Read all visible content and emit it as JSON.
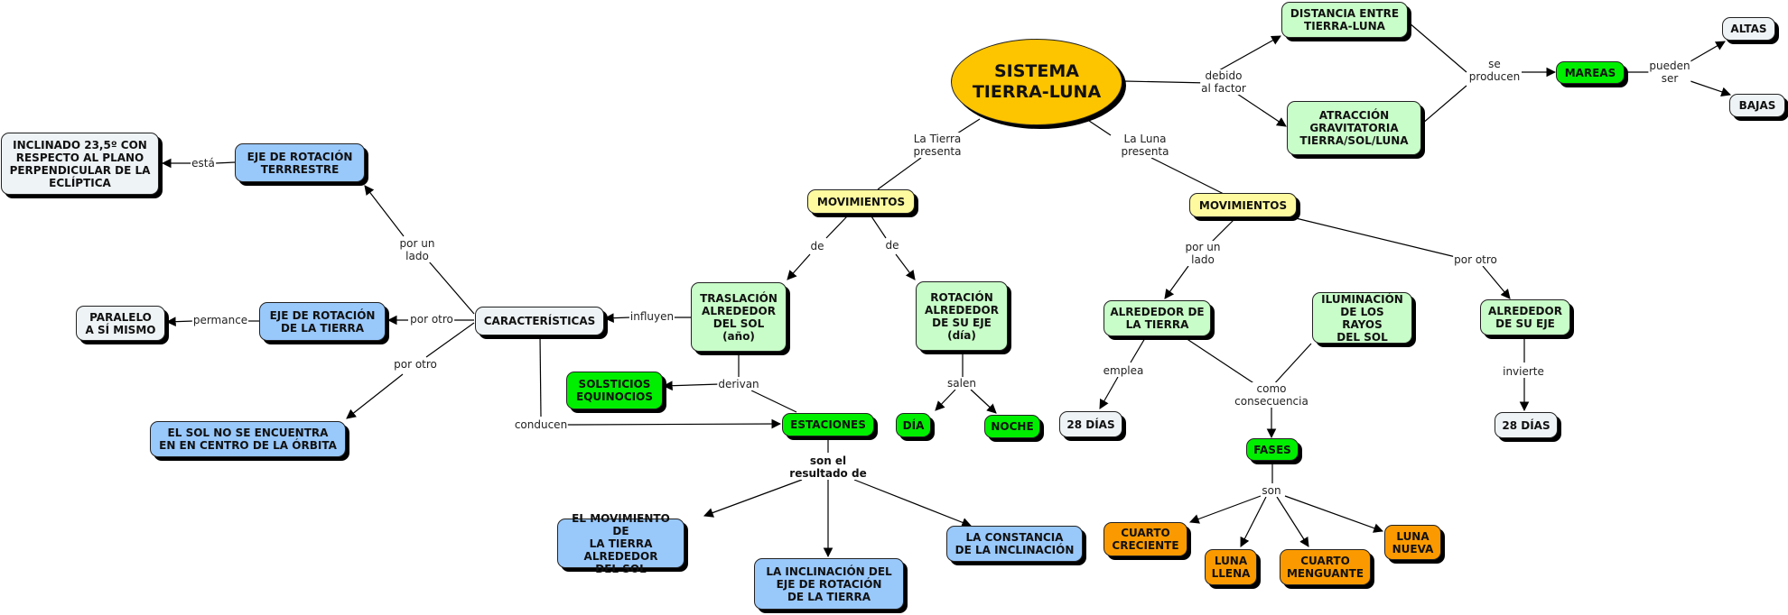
{
  "map_title": "SISTEMA TIERRA-LUNA",
  "nodes": {
    "root": "SISTEMA\nTIERRA-LUNA",
    "distancia": "DISTANCIA ENTRE\nTIERRA-LUNA",
    "atraccion": "ATRACCIÓN\nGRAVITATORIA\nTIERRA/SOL/LUNA",
    "mareas": "MAREAS",
    "altas": "ALTAS",
    "bajas": "BAJAS",
    "mov_tierra": "MOVIMIENTOS",
    "mov_luna": "MOVIMIENTOS",
    "traslacion": "TRASLACIÓN\nALREDEDOR\nDEL SOL\n(año)",
    "rotacion": "ROTACIÓN\nALREDEDOR\nDE SU EJE\n(día)",
    "caracteristicas": "CARACTERÍSTICAS",
    "eje_terrestre": "EJE DE ROTACIÓN\nTERRRESTRE",
    "inclinado": "INCLINADO 23,5º CON\nRESPECTO AL PLANO\nPERPENDICULAR DE LA\nECLÍPTICA",
    "eje_tierra": "EJE DE ROTACIÓN\nDE LA TIERRA",
    "paralelo": "PARALELO\nA SÍ MISMO",
    "sol_orbita": "EL SOL NO SE ENCUENTRA\nEN EN CENTRO DE LA ÓRBITA",
    "solsticios": "SOLSTICIOS\nEQUINOCIOS",
    "estaciones": "ESTACIONES",
    "dia": "DÍA",
    "noche": "NOCHE",
    "movimiento_tierra": "EL MOVIMIENTO DE\nLA TIERRA ALREDEDOR\nDEL SOL",
    "inclinacion_eje": "LA INCLINACIÓN DEL\nEJE DE ROTACIÓN\nDE LA TIERRA",
    "constancia": "LA CONSTANCIA\nDE LA INCLINACIÓN",
    "alrededor_tierra": "ALREDEDOR DE\nLA TIERRA",
    "iluminacion": "ILUMINACIÓN\nDE LOS RAYOS\nDEL SOL",
    "alrededor_eje": "ALREDEDOR\nDE SU EJE",
    "dias28_a": "28 DÍAS",
    "dias28_b": "28 DÍAS",
    "fases": "FASES",
    "cuarto_creciente": "CUARTO\nCRECIENTE",
    "luna_llena": "LUNA\nLLENA",
    "cuarto_menguante": "CUARTO\nMENGUANTE",
    "luna_nueva": "LUNA\nNUEVA"
  },
  "link_labels": {
    "debido": "debido\nal factor",
    "producen": "se\nproducen",
    "pueden": "pueden\nser",
    "tierra_presenta": "La Tierra\npresenta",
    "luna_presenta": "La Luna\npresenta",
    "de_1": "de",
    "de_2": "de",
    "influyen": "influyen",
    "por_un_lado_1": "por un\nlado",
    "por_otro_1": "por otro",
    "por_otro_2": "por otro",
    "esta": "está",
    "permance": "permance",
    "derivan": "derivan",
    "conducen": "conducen",
    "salen": "salen",
    "resultado": "son el\nresultado de",
    "por_un_lado_2": "por un\nlado",
    "por_otro_3": "por otro",
    "emplea": "emplea",
    "consecuencia": "como\nconsecuencia",
    "invierte": "invierte",
    "son": "son"
  },
  "colors": {
    "root": "#fdc400",
    "white_node": "#eef3f5",
    "blue_node": "#99c8fb",
    "light_green_node": "#c8fcc8",
    "green_node": "#00ee00",
    "yellow_node": "#fefaa0",
    "orange_node": "#fb9a00"
  }
}
